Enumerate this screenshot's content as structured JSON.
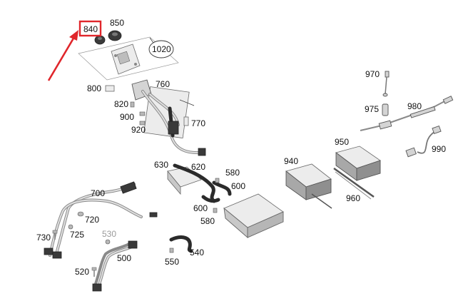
{
  "diagram": {
    "highlight_color": "#e0262b",
    "highlighted_part": "840",
    "labels": {
      "p840": "840",
      "p850": "850",
      "p1020": "1020",
      "p800": "800",
      "p760": "760",
      "p820": "820",
      "p900": "900",
      "p920": "920",
      "p770": "770",
      "p970": "970",
      "p975": "975",
      "p980": "980",
      "p950": "950",
      "p990": "990",
      "p940": "940",
      "p960": "960",
      "p630": "630",
      "p620": "620",
      "p580a": "580",
      "p600a": "600",
      "p600b": "600",
      "p580b": "580",
      "p700": "700",
      "p720": "720",
      "p725": "725",
      "p730": "730",
      "p530": "530",
      "p500": "500",
      "p520": "520",
      "p540": "540",
      "p550": "550"
    }
  }
}
